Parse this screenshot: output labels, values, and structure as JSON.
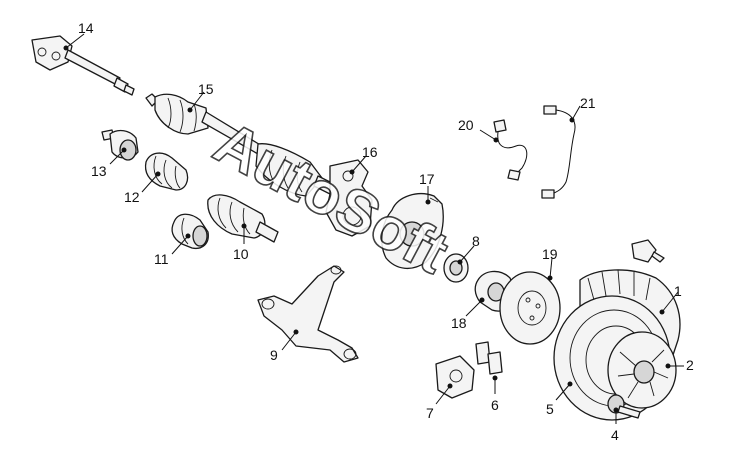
{
  "watermark": "AutoSoft",
  "parts": [
    {
      "id": "p1",
      "label": "1"
    },
    {
      "id": "p2",
      "label": "2"
    },
    {
      "id": "p4",
      "label": "4"
    },
    {
      "id": "p5",
      "label": "5"
    },
    {
      "id": "p6",
      "label": "6"
    },
    {
      "id": "p7",
      "label": "7"
    },
    {
      "id": "p8",
      "label": "8"
    },
    {
      "id": "p9",
      "label": "9"
    },
    {
      "id": "p10",
      "label": "10"
    },
    {
      "id": "p11",
      "label": "11"
    },
    {
      "id": "p12",
      "label": "12"
    },
    {
      "id": "p13",
      "label": "13"
    },
    {
      "id": "p14",
      "label": "14"
    },
    {
      "id": "p15",
      "label": "15"
    },
    {
      "id": "p16",
      "label": "16"
    },
    {
      "id": "p17",
      "label": "17"
    },
    {
      "id": "p18",
      "label": "18"
    },
    {
      "id": "p19",
      "label": "19"
    },
    {
      "id": "p20",
      "label": "20"
    },
    {
      "id": "p21",
      "label": "21"
    }
  ]
}
